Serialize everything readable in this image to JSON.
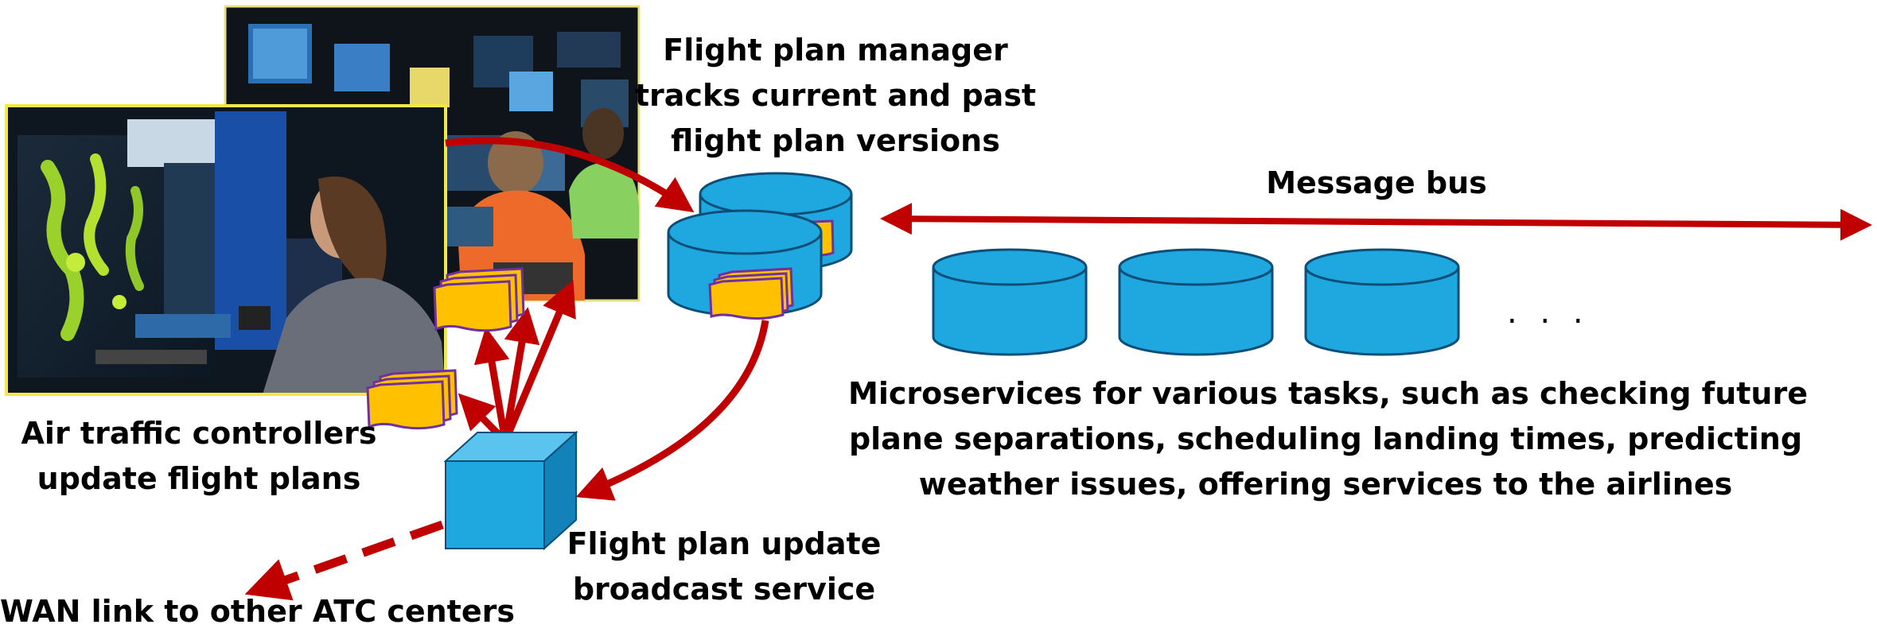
{
  "labels": {
    "manager": [
      "Flight plan manager",
      "tracks current and past",
      "flight plan versions"
    ],
    "message_bus": "Message bus",
    "microservices": [
      "Microservices for various tasks, such as checking future",
      "plane separations, scheduling landing times, predicting",
      "weather issues, offering services to the airlines"
    ],
    "controllers": [
      "Air traffic controllers",
      "update flight plans"
    ],
    "broadcast": [
      "Flight plan update",
      "broadcast service"
    ],
    "wan": "WAN link to other ATC centers",
    "ellipsis": ". . ."
  },
  "colors": {
    "arrow": "#c00000",
    "cylinder_fill": "#1fa8e0",
    "cylinder_stroke": "#0b4f78",
    "document_fill": "#ffc000",
    "document_stroke": "#7030a0",
    "cube_front": "#1fa8e0",
    "cube_top": "#5ac4ee",
    "cube_side": "#1282b8",
    "photo_border": "#f2e84a"
  },
  "icons": [
    "atc-photo-front",
    "atc-photo-back",
    "database-cylinder",
    "document-stack",
    "cube",
    "bidirectional-arrow",
    "dashed-arrow"
  ]
}
